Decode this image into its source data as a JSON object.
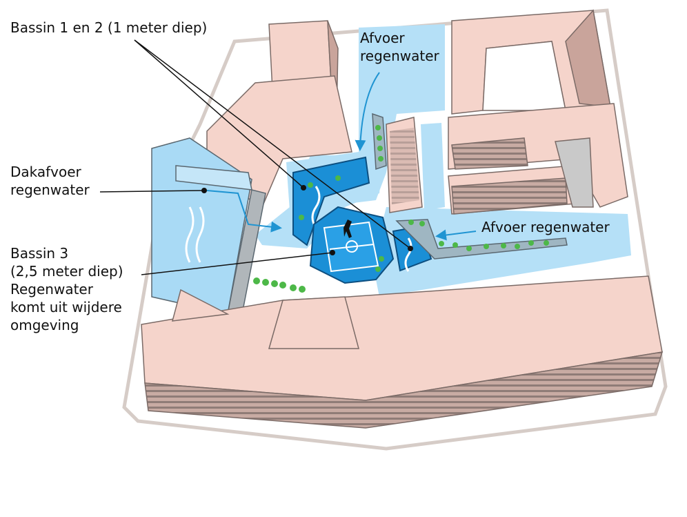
{
  "labels": {
    "bassin12": "Bassin 1 en 2 (1 meter diep)",
    "afvoer_top_line1": "Afvoer",
    "afvoer_top_line2": "regenwater",
    "dakafvoer_line1": "Dakafvoer",
    "dakafvoer_line2": "regenwater",
    "afvoer_right": "Afvoer regenwater",
    "bassin3_line1": "Bassin 3",
    "bassin3_line2": "(2,5 meter diep)",
    "bassin3_line3": "Regenwater",
    "bassin3_line4": "komt uit wijdere",
    "bassin3_line5": "omgeving"
  },
  "colors": {
    "building": "#f5d4cb",
    "building_side": "#c9a49b",
    "facade_stripes": "#a8958f",
    "water_zone": "#b5e0f7",
    "basin": "#1b8fd6",
    "basin_dark": "#0d5d96",
    "ground": "#ffffff",
    "site_outline": "#d9cfca",
    "tree": "#4db848",
    "leader_line": "#111111"
  }
}
